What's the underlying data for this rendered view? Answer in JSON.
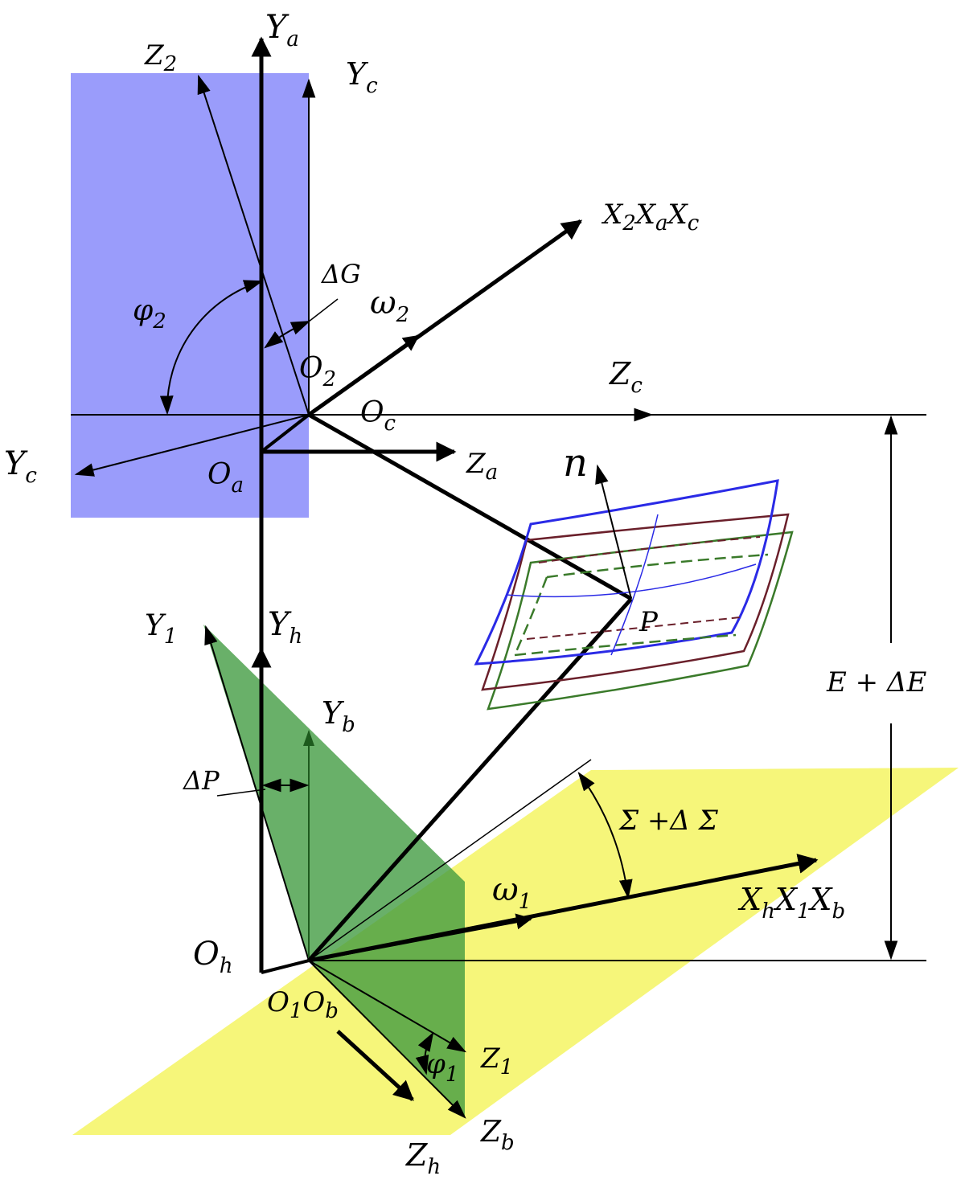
{
  "colors": {
    "blue_plane": "#9a9cfb",
    "green_plane": "#3f9a3f",
    "yellow_plane": "#f6f67a",
    "line": "#000000",
    "axis_green": "#1d5a1d",
    "surface_blue": "#2a2ae6",
    "surface_maroon": "#6a1f2a",
    "surface_green": "#3a7a2a"
  },
  "labels": {
    "Ya": {
      "base": "Y",
      "sub": "a"
    },
    "Z2": {
      "base": "Z",
      "sub": "2"
    },
    "Yc_top": {
      "base": "Y",
      "sub": "c"
    },
    "X2XaXc": {
      "base": "X",
      "sub": "2",
      "b2": "X",
      "s2": "a",
      "b3": "X",
      "s3": "c"
    },
    "dG": "ΔG",
    "phi2": {
      "base": "φ",
      "sub": "2"
    },
    "omega2": {
      "base": "ω",
      "sub": "2"
    },
    "O2": {
      "base": "O",
      "sub": "2"
    },
    "Zc": {
      "base": "Z",
      "sub": "c"
    },
    "Oc": {
      "base": "O",
      "sub": "c"
    },
    "Yc_left": {
      "base": "Y",
      "sub": "c"
    },
    "Oa": {
      "base": "O",
      "sub": "a"
    },
    "Za": {
      "base": "Z",
      "sub": "a"
    },
    "n": "n",
    "P": "P",
    "Yh": {
      "base": "Y",
      "sub": "h"
    },
    "Y1": {
      "base": "Y",
      "sub": "1"
    },
    "Yb": {
      "base": "Y",
      "sub": "b"
    },
    "EdE": "E + ΔE",
    "dP": "ΔP",
    "SdS": "Σ +Δ Σ",
    "omega1": {
      "base": "ω",
      "sub": "1"
    },
    "XhX1Xb": {
      "base": "X",
      "sub": "h",
      "b2": "X",
      "s2": "1",
      "b3": "X",
      "s3": "b"
    },
    "Oh": {
      "base": "O",
      "sub": "h"
    },
    "O1Ob": {
      "base": "O",
      "sub": "1",
      "b2": "O",
      "s2": "b"
    },
    "Z1": {
      "base": "Z",
      "sub": "1"
    },
    "phi1": {
      "base": "φ",
      "sub": "1"
    },
    "Zb": {
      "base": "Z",
      "sub": "b"
    },
    "Zh": {
      "base": "Z",
      "sub": "h"
    }
  }
}
